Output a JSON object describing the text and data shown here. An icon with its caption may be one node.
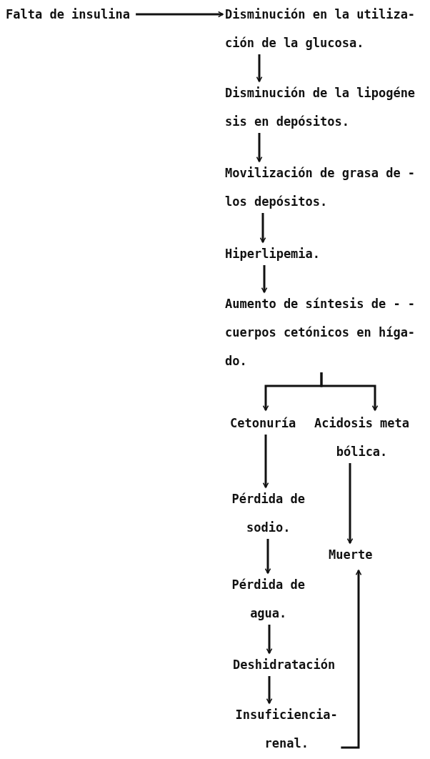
{
  "diagram": {
    "nodes": [
      {
        "text": [
          "Falta de insulina"
        ]
      },
      {
        "text": [
          "Disminución en la utiliza- ción de la glucosa."
        ]
      },
      {
        "text": [
          "Disminución de la lipogéne sis en depósitos."
        ]
      },
      {
        "text": [
          "Movilización de grasa de - los depósitos."
        ]
      },
      {
        "text": [
          "Hiperlipemia."
        ]
      },
      {
        "text": [
          "Aumento de síntesis de - - cuerpos cetónicos en híga- do."
        ]
      },
      {
        "text": [
          "Cetonuría"
        ]
      },
      {
        "text": [
          "Acidosis meta bólica."
        ]
      },
      {
        "text": [
          "Pérdida de sodio."
        ]
      },
      {
        "text": [
          "Pérdida de agua."
        ]
      },
      {
        "text": [
          "Deshidratación"
        ]
      },
      {
        "text": [
          "Insuficiencia- renal."
        ]
      },
      {
        "text": [
          "Muerte"
        ]
      }
    ],
    "edges": [
      {
        "from": 0,
        "to": 1,
        "arrow": "to"
      },
      {
        "from": 1,
        "to": 2,
        "arrow": "to"
      },
      {
        "from": 2,
        "to": 3,
        "arrow": "to"
      },
      {
        "from": 3,
        "to": 4,
        "arrow": "to"
      },
      {
        "from": 4,
        "to": 5,
        "arrow": "to"
      },
      {
        "from": 5,
        "to": 6,
        "arrow": "to"
      },
      {
        "from": 5,
        "to": 7,
        "arrow": "to"
      },
      {
        "from": 6,
        "to": 8,
        "arrow": "to"
      },
      {
        "from": 8,
        "to": 9,
        "arrow": "to"
      },
      {
        "from": 9,
        "to": 10,
        "arrow": "to"
      },
      {
        "from": 10,
        "to": 11,
        "arrow": "to"
      },
      {
        "from": 7,
        "to": 12,
        "arrow": "to"
      },
      {
        "from": 11,
        "to": 12,
        "arrow": "to"
      }
    ]
  }
}
